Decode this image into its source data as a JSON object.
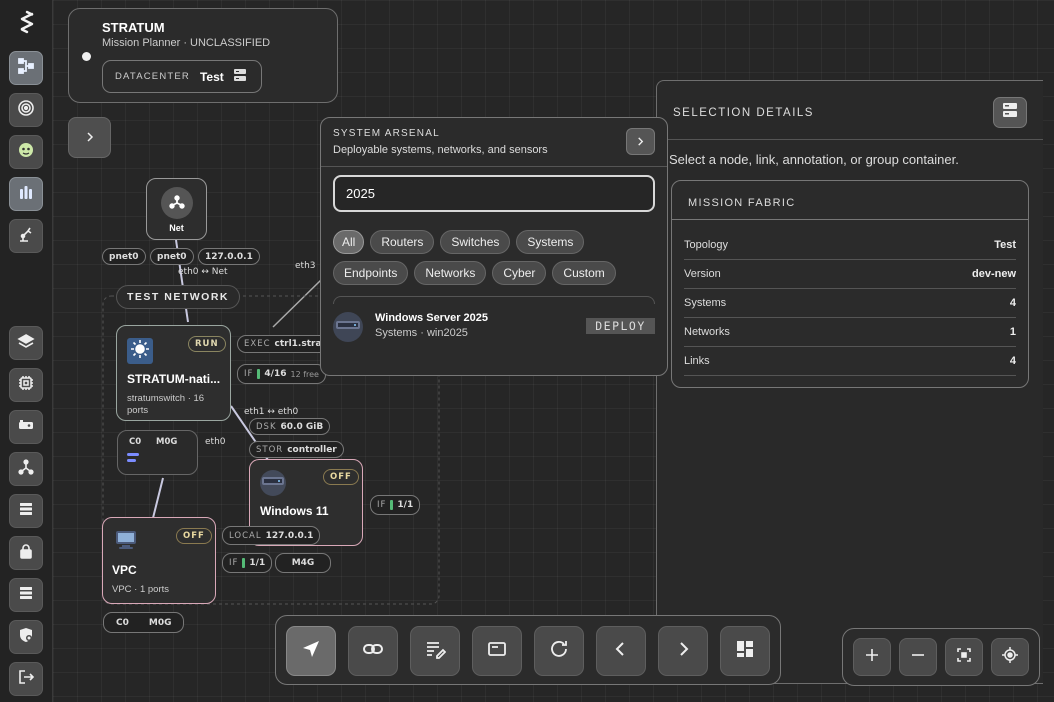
{
  "app": {
    "name": "STRATUM",
    "subtitle": "Mission Planner · UNCLASSIFIED",
    "datacenter_label": "DATACENTER",
    "datacenter_value": "Test"
  },
  "rail": {
    "icons": [
      "topology-icon",
      "target-icon",
      "ai-icon",
      "bottles-icon",
      "robot-arm-icon",
      "layers-icon",
      "chip-icon",
      "device-icon",
      "network-icon",
      "list-icon",
      "lock-icon",
      "list-icon-2",
      "shield-icon",
      "logout-icon"
    ]
  },
  "graph": {
    "net_node": {
      "label": "Net",
      "ports": [
        "pnet0",
        "pnet0",
        "127.0.0.1"
      ],
      "link_label": "eth0 ↔ Net",
      "eth3_label": "eth3"
    },
    "group": {
      "label": "TEST NETWORK"
    },
    "switch_node": {
      "status": "RUN",
      "name": "STRATUM-nati...",
      "sub": "stratumswitch · 16 ports",
      "exec_k": "EXEC",
      "exec_v": "ctrl1.stra",
      "if_k": "IF",
      "if_v": "4/16",
      "if_free": "12 free",
      "c0": "C0",
      "mem": "M0G",
      "eth0": "eth0"
    },
    "win_node": {
      "status": "OFF",
      "name": "Windows 11",
      "link": "eth1 ↔ eth0",
      "dsk_k": "DSK",
      "dsk_v": "60.0 GiB",
      "stor_k": "STOR",
      "stor_v": "controller",
      "if_k": "IF",
      "if_v": "1/1",
      "local_k": "LOCAL",
      "local_v": "127.0.0.1",
      "mem": "M4G"
    },
    "vpc_node": {
      "status": "OFF",
      "name": "VPC",
      "sub": "VPC · 1 ports",
      "if_k": "IF",
      "if_v": "1/1",
      "c0": "C0",
      "mem": "M0G"
    }
  },
  "arsenal": {
    "title": "SYSTEM ARSENAL",
    "subtitle": "Deployable systems, networks, and sensors",
    "search_value": "2025",
    "filters": [
      "All",
      "Routers",
      "Switches",
      "Systems",
      "Endpoints",
      "Networks",
      "Cyber",
      "Custom"
    ],
    "result": {
      "name": "Windows Server 2025",
      "meta": "Systems · win2025",
      "action": "DEPLOY"
    }
  },
  "details": {
    "title": "SELECTION DETAILS",
    "hint": "Select a node, link, annotation, or group container.",
    "fabric_title": "MISSION FABRIC",
    "rows": [
      {
        "k": "Topology",
        "v": "Test"
      },
      {
        "k": "Version",
        "v": "dev-new"
      },
      {
        "k": "Systems",
        "v": "4"
      },
      {
        "k": "Networks",
        "v": "1"
      },
      {
        "k": "Links",
        "v": "4"
      }
    ]
  },
  "toolbar": {
    "tools": [
      "select-tool-icon",
      "link-tool-icon",
      "annotate-tool-icon",
      "container-tool-icon",
      "refresh-icon",
      "prev-icon",
      "next-icon",
      "layout-icon"
    ]
  },
  "zoom": {
    "controls": [
      "zoom-in-icon",
      "zoom-out-icon",
      "fit-icon",
      "center-icon"
    ]
  }
}
